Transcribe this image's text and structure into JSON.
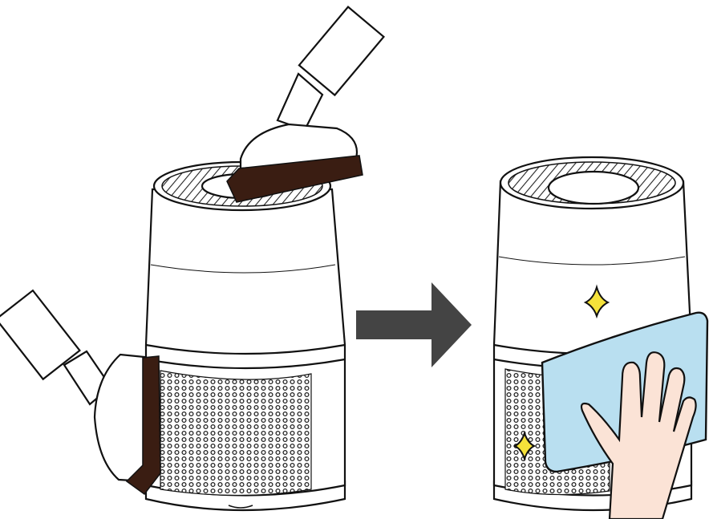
{
  "diagram": {
    "steps": [
      {
        "id": "before",
        "action": "vacuum-dust",
        "tools": [
          "brush-nozzle",
          "brush-nozzle"
        ]
      },
      {
        "id": "after",
        "action": "wipe-with-cloth",
        "tools": [
          "cloth",
          "hand"
        ]
      }
    ],
    "transition": "arrow-right"
  },
  "colors": {
    "outline": "#111111",
    "brush": "#3a1d12",
    "arrow": "#444444",
    "cloth": "#b9dff0",
    "skin": "#fbe3d6",
    "sparkle": "#f5e23a",
    "mesh": "#2a2a2a"
  }
}
